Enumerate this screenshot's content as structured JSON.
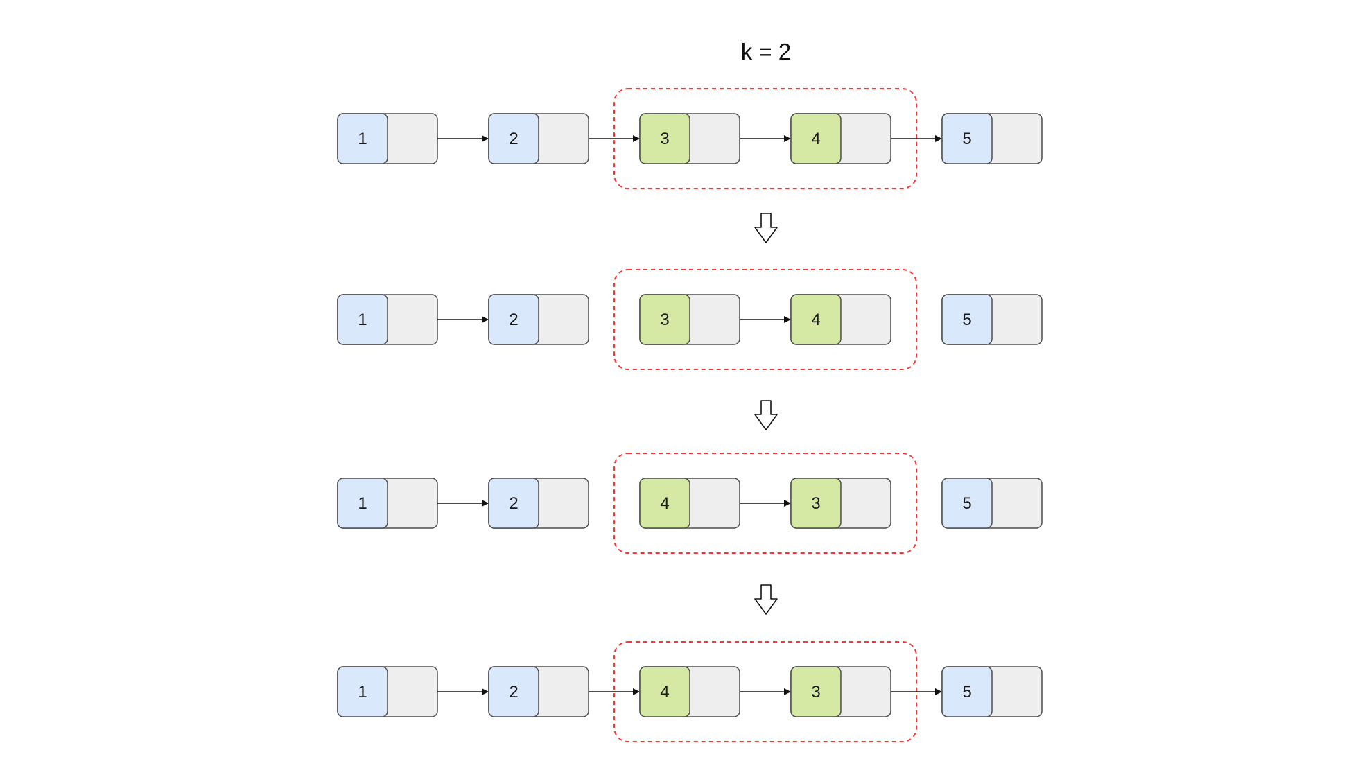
{
  "title": "k = 2",
  "colors": {
    "list_node": "#dae8fc",
    "group_node": "#d5e8a4",
    "pointer_cell": "#eeeeee",
    "node_stroke": "#4d4d4d",
    "group_border": "#ff3333",
    "edge": "#111111"
  },
  "rows": [
    {
      "nodes": [
        {
          "value": "1",
          "kind": "list"
        },
        {
          "value": "2",
          "kind": "list"
        },
        {
          "value": "3",
          "kind": "group"
        },
        {
          "value": "4",
          "kind": "group"
        },
        {
          "value": "5",
          "kind": "list"
        }
      ],
      "links": [
        [
          0,
          1
        ],
        [
          1,
          2
        ],
        [
          2,
          3
        ],
        [
          3,
          4
        ]
      ]
    },
    {
      "nodes": [
        {
          "value": "1",
          "kind": "list"
        },
        {
          "value": "2",
          "kind": "list"
        },
        {
          "value": "3",
          "kind": "group"
        },
        {
          "value": "4",
          "kind": "group"
        },
        {
          "value": "5",
          "kind": "list"
        }
      ],
      "links": [
        [
          0,
          1
        ],
        [
          2,
          3
        ]
      ]
    },
    {
      "nodes": [
        {
          "value": "1",
          "kind": "list"
        },
        {
          "value": "2",
          "kind": "list"
        },
        {
          "value": "4",
          "kind": "group"
        },
        {
          "value": "3",
          "kind": "group"
        },
        {
          "value": "5",
          "kind": "list"
        }
      ],
      "links": [
        [
          0,
          1
        ],
        [
          2,
          3
        ]
      ]
    },
    {
      "nodes": [
        {
          "value": "1",
          "kind": "list"
        },
        {
          "value": "2",
          "kind": "list"
        },
        {
          "value": "4",
          "kind": "group"
        },
        {
          "value": "3",
          "kind": "group"
        },
        {
          "value": "5",
          "kind": "list"
        }
      ],
      "links": [
        [
          0,
          1
        ],
        [
          1,
          2
        ],
        [
          2,
          3
        ],
        [
          3,
          4
        ]
      ]
    }
  ]
}
